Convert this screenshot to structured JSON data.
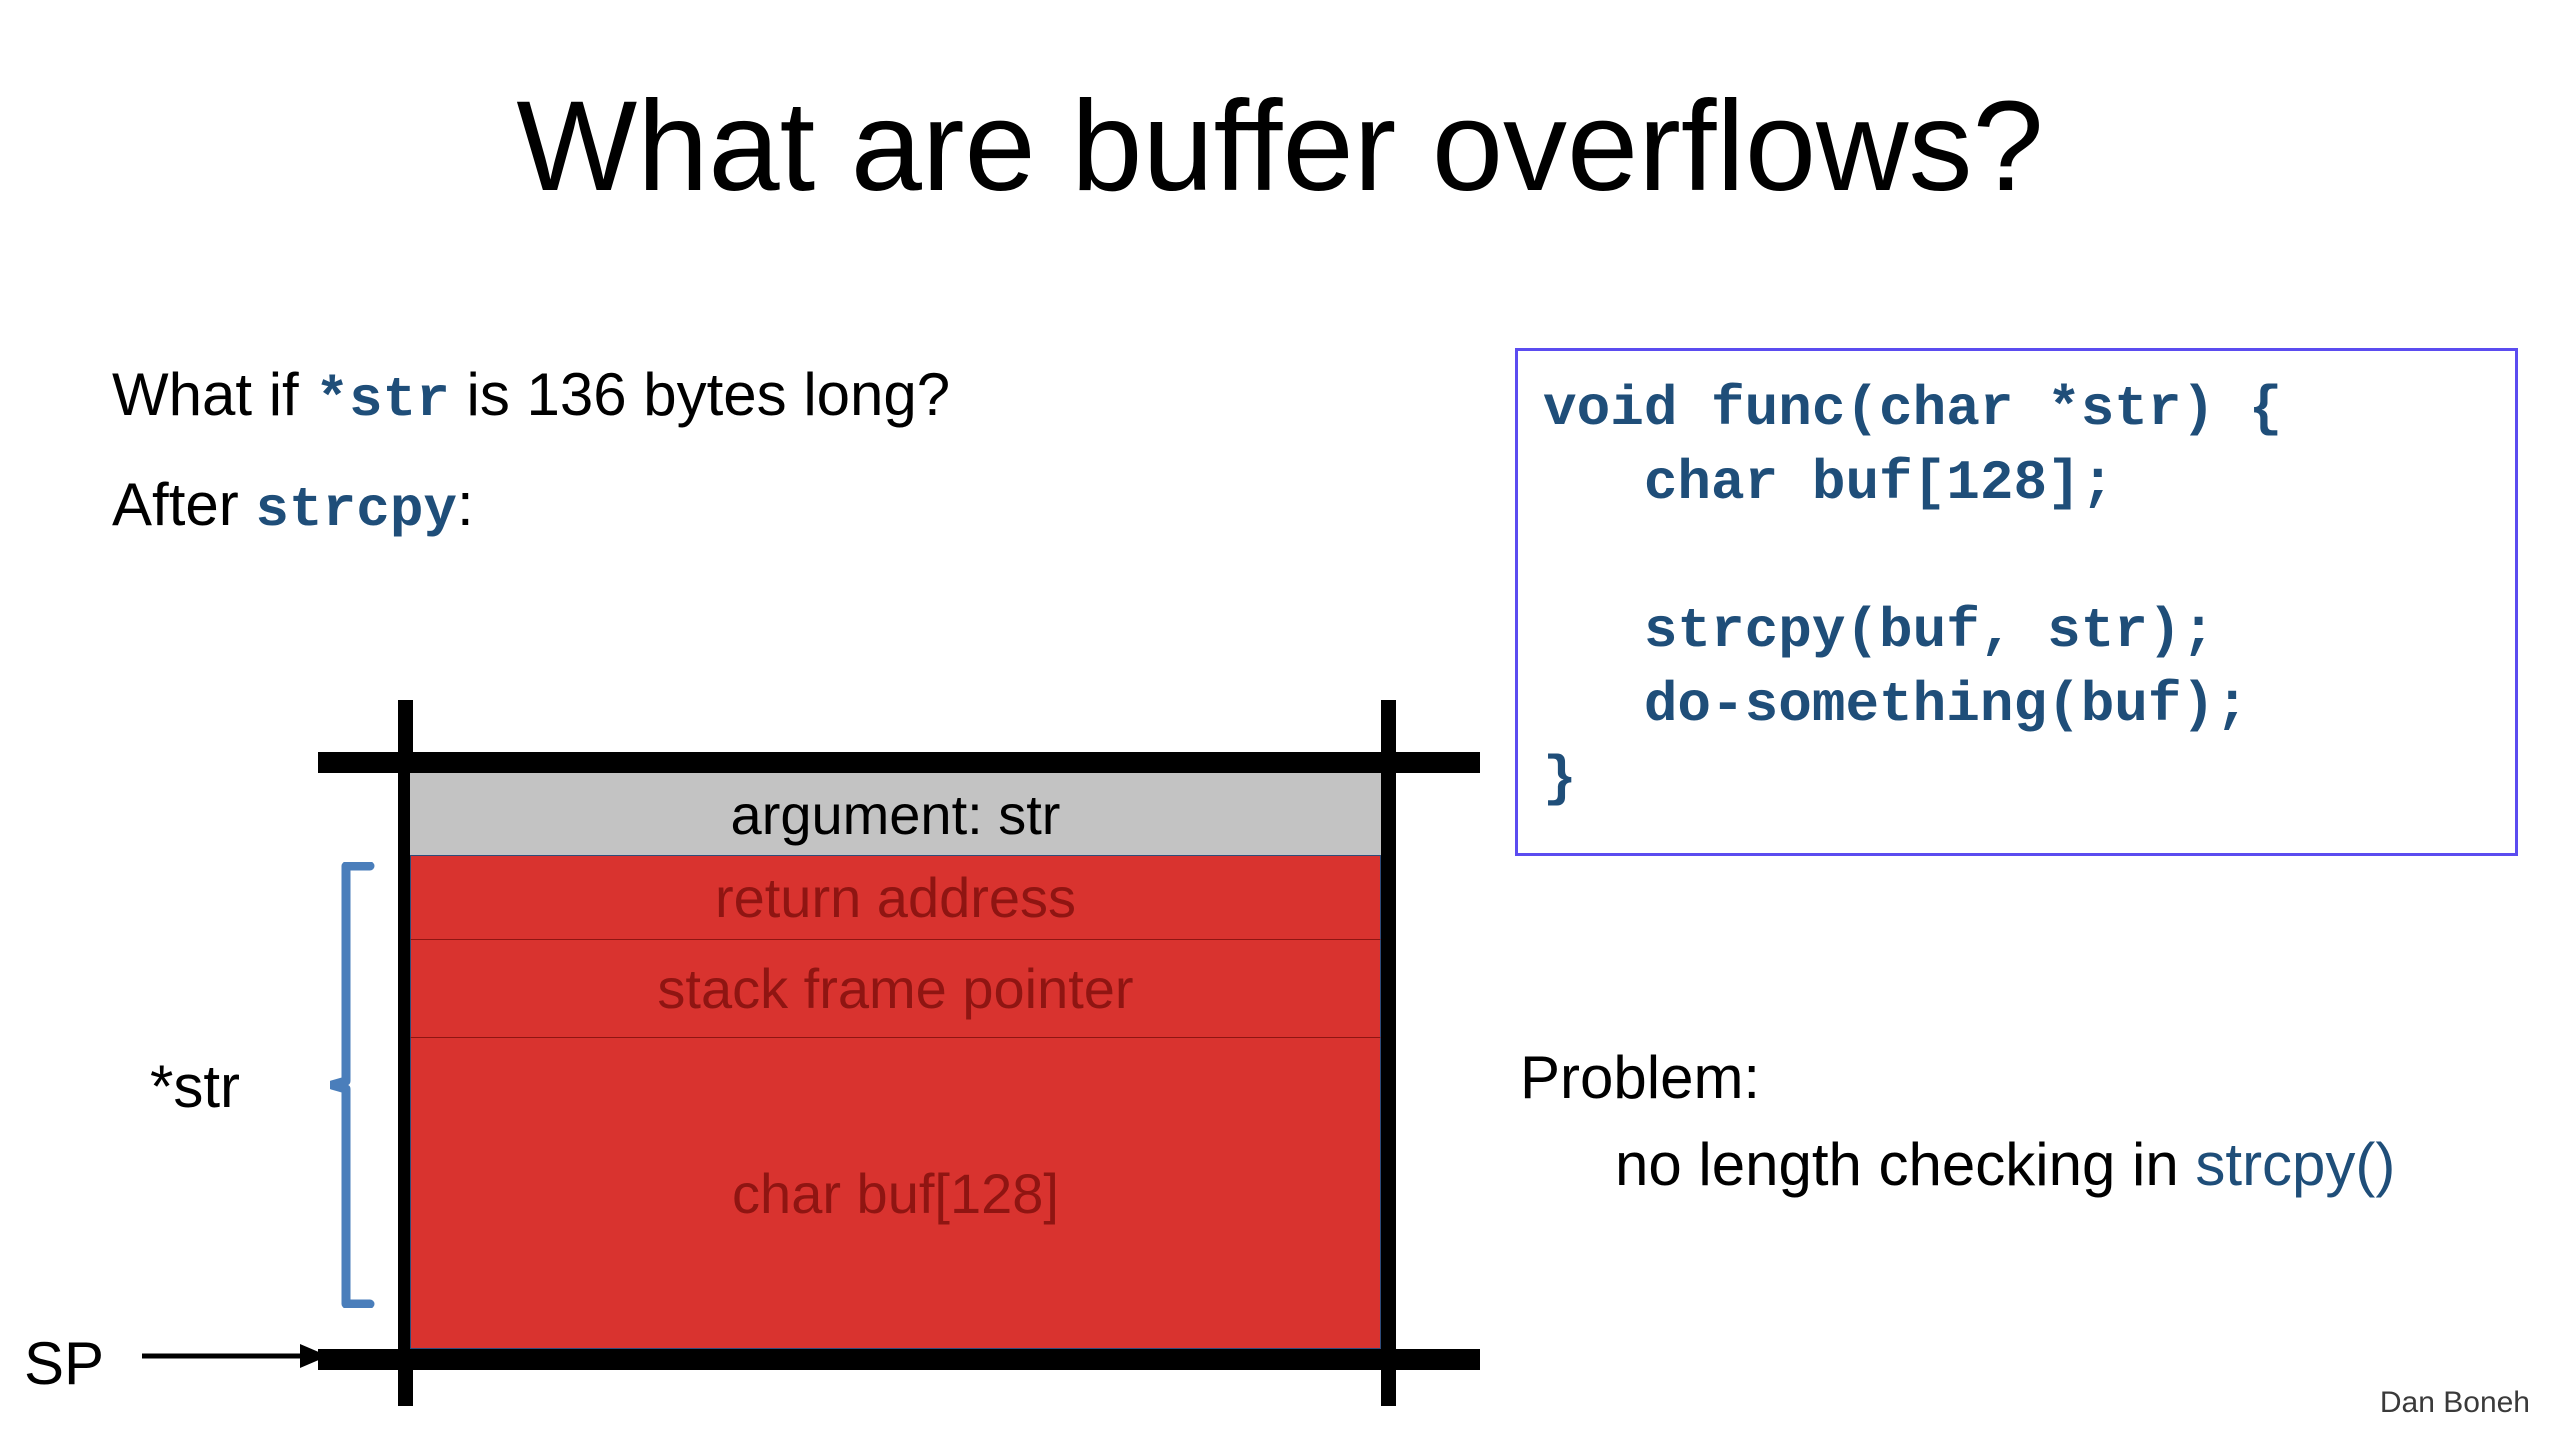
{
  "slide": {
    "title": "What are buffer overflows?",
    "footer_author": "Dan Boneh",
    "background": "#ffffff",
    "accent_blue": "#1f4e79",
    "code_border": "#5b4cf0",
    "stack_red": "#d9332f",
    "stack_gray": "#c3c3c3",
    "bracket_blue": "#4a7ebb"
  },
  "left_text": {
    "line1_prefix": "What if ",
    "line1_code": "*str",
    "line1_suffix": " is  136 bytes long?",
    "line2_prefix": "After ",
    "line2_code": "strcpy",
    "line2_suffix": ":"
  },
  "code_box": {
    "code": "void func(char *str) {\n   char buf[128];\n\n   strcpy(buf, str);\n   do-something(buf);\n}"
  },
  "problem": {
    "heading": "Problem:",
    "detail_prefix": "no length checking in  ",
    "detail_code": "strcpy()"
  },
  "stack_diagram": {
    "label_str": "*str",
    "label_sp": "SP",
    "cells": [
      {
        "name": "argument",
        "text": "argument:   str",
        "fill": "#c3c3c3",
        "text_color": "#000000"
      },
      {
        "name": "return-address",
        "text": "return address",
        "fill": "#d9332f",
        "text_color": "#8f1512"
      },
      {
        "name": "stack-frame-pointer",
        "text": "stack frame pointer",
        "fill": "#d9332f",
        "text_color": "#8f1512"
      },
      {
        "name": "char-buf",
        "text": "char buf[128]",
        "fill": "#d9332f",
        "text_color": "#8f1512"
      }
    ]
  }
}
